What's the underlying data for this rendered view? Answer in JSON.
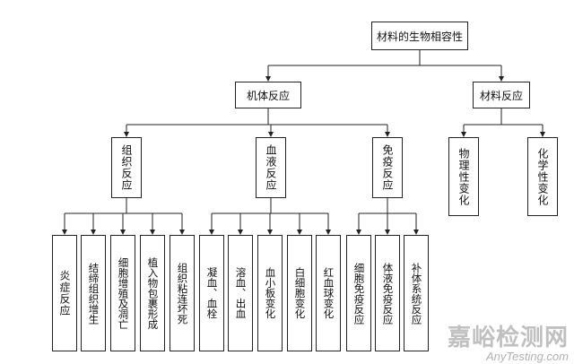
{
  "root": "材料的生物相容性",
  "branch_body": "机体反应",
  "branch_material": "材料反应",
  "tissue": "组织反应",
  "blood": "血液反应",
  "immune": "免疫反应",
  "physical": "物理性变化",
  "chemical": "化学性变化",
  "leaf_inflammation": "炎症反应",
  "leaf_fibrosis": "结缔组织增生",
  "leaf_apoptosis": "细胞增殖及凋亡",
  "leaf_encapsulation": "植入物包裹形成",
  "leaf_adhesion": "组织粘连坏死",
  "leaf_coagulation": "凝血、血栓",
  "leaf_hemolysis": "溶血、出血",
  "leaf_platelet": "血小板变化",
  "leaf_wbc": "白细胞变化",
  "leaf_rbc": "红血球变化",
  "leaf_cellular_immune": "细胞免疫反应",
  "leaf_humoral": "体液免疫反应",
  "leaf_complement": "补体系统反应",
  "watermark": {
    "cn": "嘉峪检测网",
    "en": "AnyTesting.com"
  }
}
